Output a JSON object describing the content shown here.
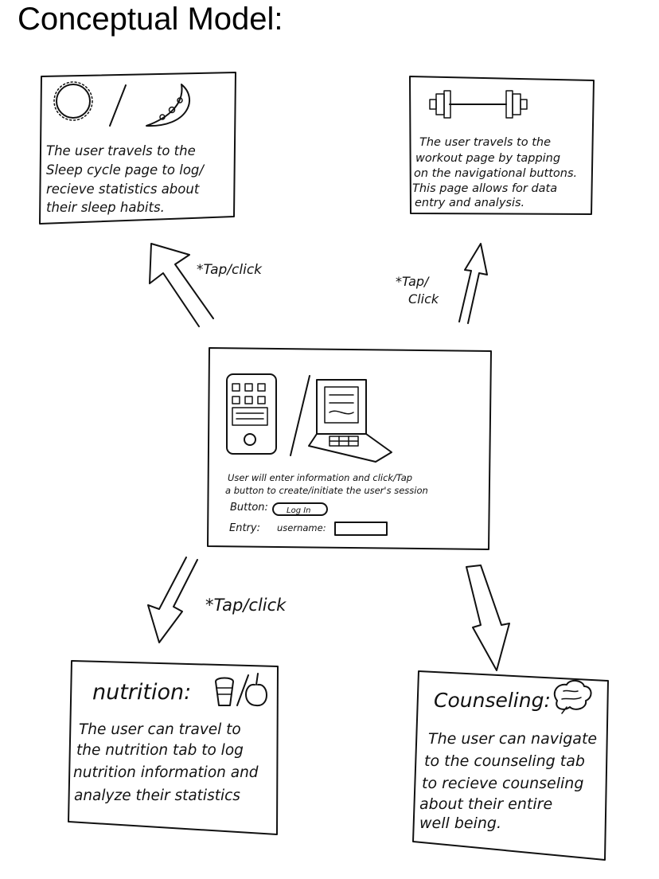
{
  "title": "Conceptual Model:",
  "nodes": {
    "sleep": {
      "lines": [
        "The user travels to the",
        "Sleep cycle page to log/",
        "recieve statistics about",
        "their sleep habits."
      ]
    },
    "workout": {
      "lines": [
        "The user travels to the",
        "workout page by tapping",
        "on the navigational buttons.",
        "This page allows for data",
        "entry and analysis."
      ]
    },
    "login": {
      "lines": [
        "User will enter information and click/Tap",
        "a button to create/initiate the user's session"
      ],
      "button_label": "Button:",
      "button_text": "Log In",
      "entry_label": "Entry:",
      "username_label": "username:"
    },
    "nutrition": {
      "heading": "nutrition:",
      "lines": [
        "The user can travel to",
        "the nutrition tab to log",
        "nutrition information and",
        "analyze their statistics"
      ]
    },
    "counseling": {
      "heading": "Counseling:",
      "lines": [
        "The user can navigate",
        "to the counseling tab",
        "to recieve counseling",
        "about their entire",
        "well being."
      ]
    }
  },
  "edges": {
    "to_sleep": "*Tap/click",
    "to_workout_1": "*Tap/",
    "to_workout_2": "Click",
    "to_nutrition": "*Tap/click"
  }
}
